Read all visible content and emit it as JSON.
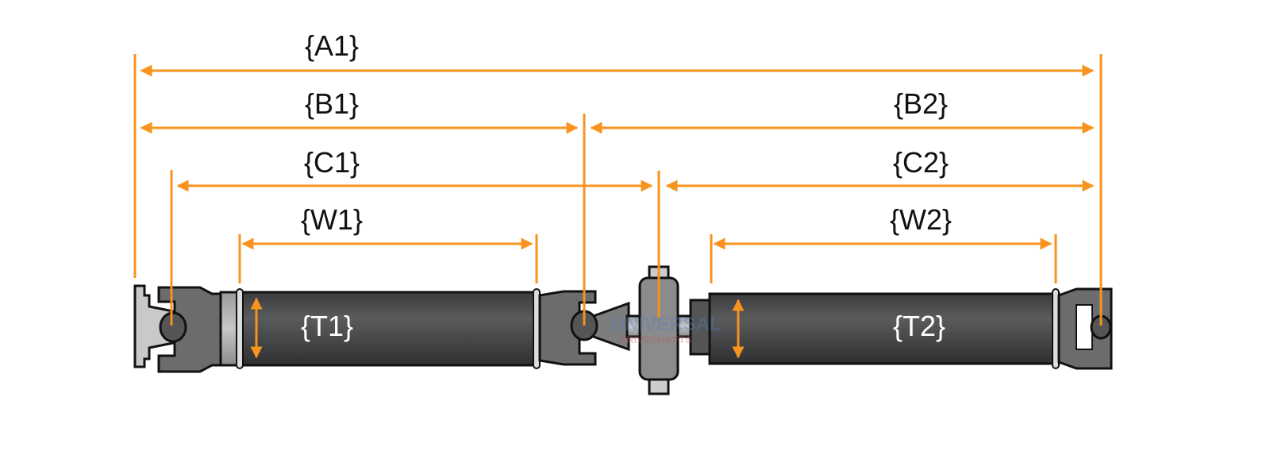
{
  "labels": {
    "A1": "{A1}",
    "B1": "{B1}",
    "B2": "{B2}",
    "C1": "{C1}",
    "C2": "{C2}",
    "W1": "{W1}",
    "W2": "{W2}",
    "T1": "{T1}",
    "T2": "{T2}"
  },
  "watermark": {
    "line1": "UNIVERSAL",
    "line2": "DRIVESHAFTS"
  },
  "colors": {
    "dimension": "#f7931e",
    "tube": "#4a4b4d",
    "yoke": "#6b6c6e"
  }
}
